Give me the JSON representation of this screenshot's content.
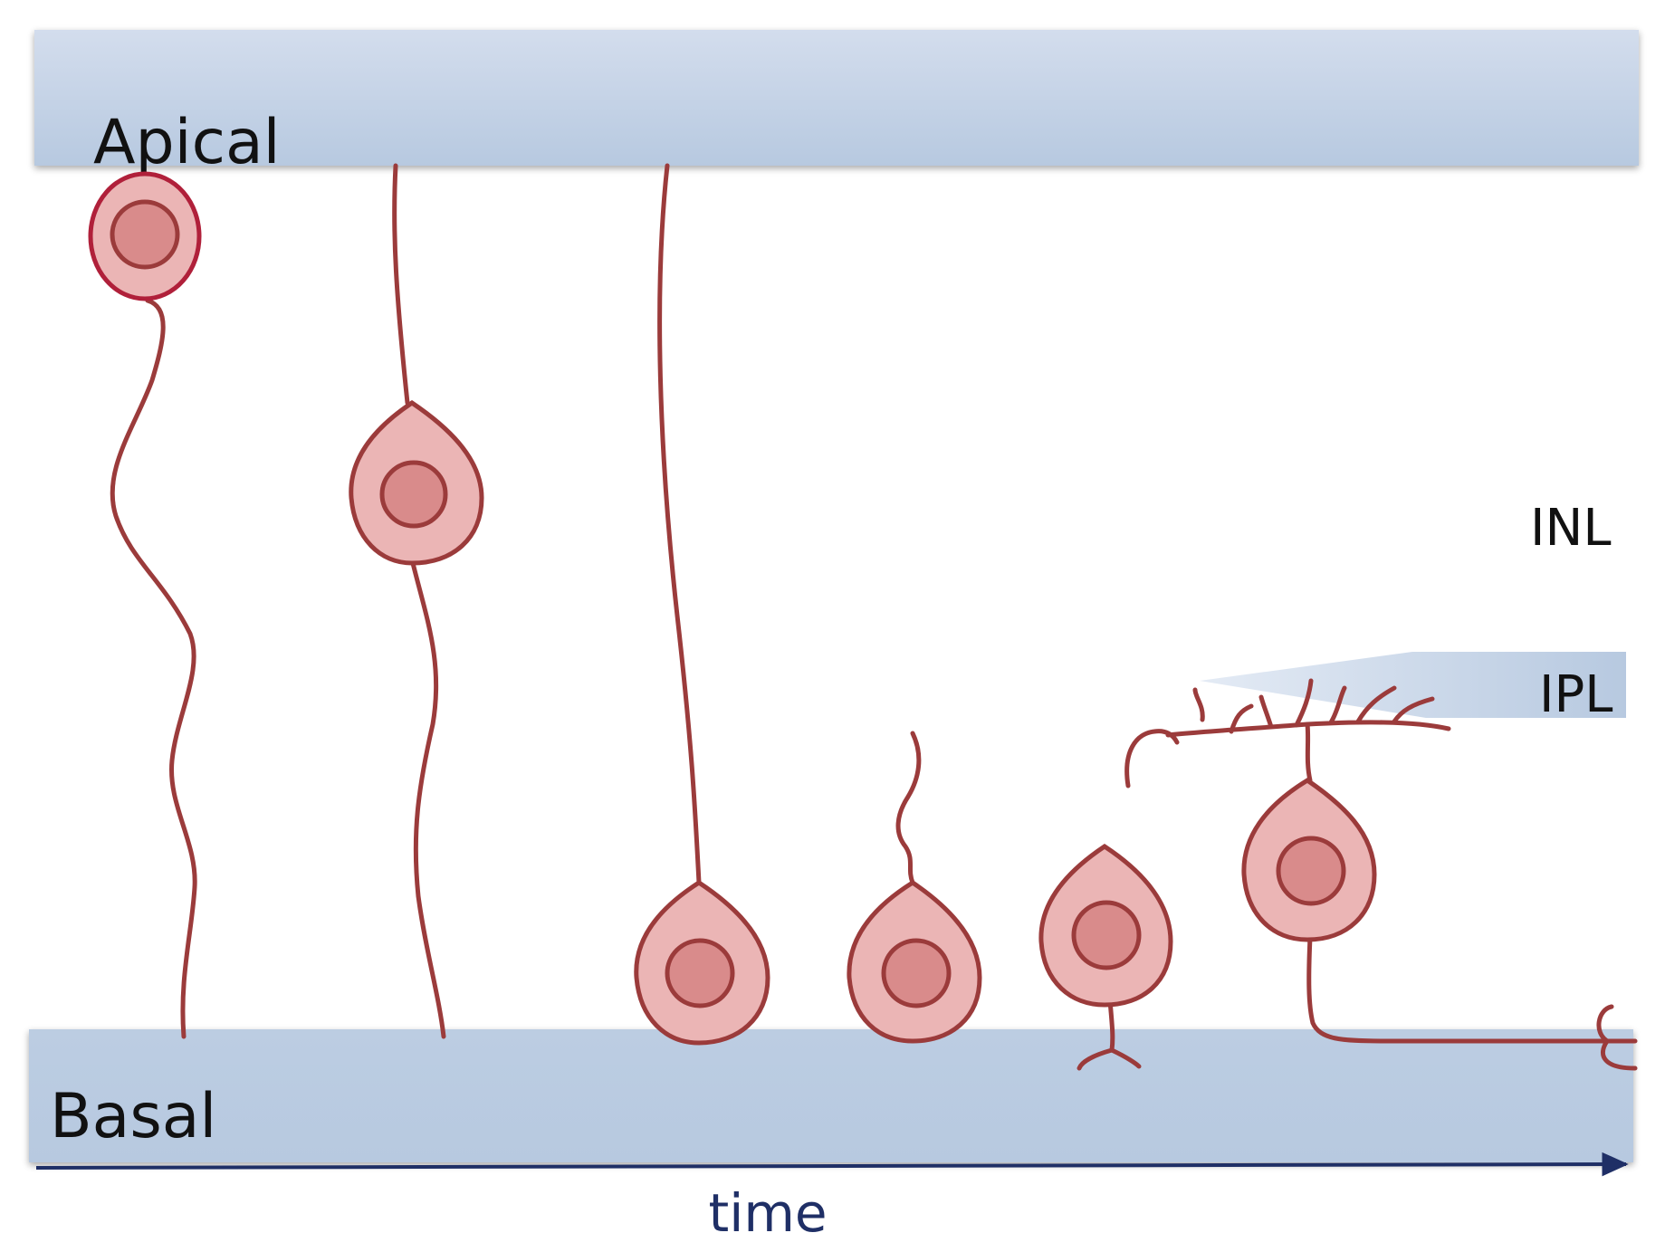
{
  "labels": {
    "apical": "Apical",
    "basal": "Basal",
    "inl": "INL",
    "ipl": "IPL",
    "time": "time"
  },
  "colors": {
    "layer_top": "#d3dded",
    "layer_bottom": "#b7c9e0",
    "cell_fill": "#ebb5b5",
    "nucleus_fill": "#d98b8b",
    "cell_stroke": "#9b3b3b",
    "progenitor_stroke": "#b0203a",
    "axis": "#1f2f66",
    "text": "#111111"
  },
  "icons": {
    "cells": "neuron-migration-stages",
    "axis": "arrow-right-icon"
  }
}
